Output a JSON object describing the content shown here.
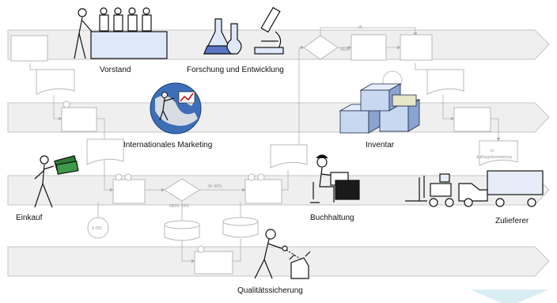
{
  "labels": {
    "vorstand": "Vorstand",
    "forschung": "Forschung und Entwicklung",
    "marketing": "Internationales Marketing",
    "inventar": "Inventar",
    "einkauf": "Einkauf",
    "buchhaltung": "Buchhaltung",
    "zulieferer": "Zulieferer",
    "qualitaet": "Qualitätssicherung"
  },
  "small_labels": {
    "ja_top": "JA",
    "nein_top": "NEIN",
    "ja_mid": "JA: 90%",
    "nein_mid": "NEIN: 10%",
    "circle_ref": "K-001",
    "in_label": "In:",
    "auftrag": "Auftragsbearbeitung"
  },
  "colors": {
    "lane_fill": "#efefef",
    "lane_stroke": "#c4c4c4",
    "shape_stroke": "#b8b8b8",
    "connector": "#b0b0b0",
    "accent": "#d9eef3",
    "box_blue": "#c8d8f0",
    "red_arrow": "#cc0000"
  }
}
